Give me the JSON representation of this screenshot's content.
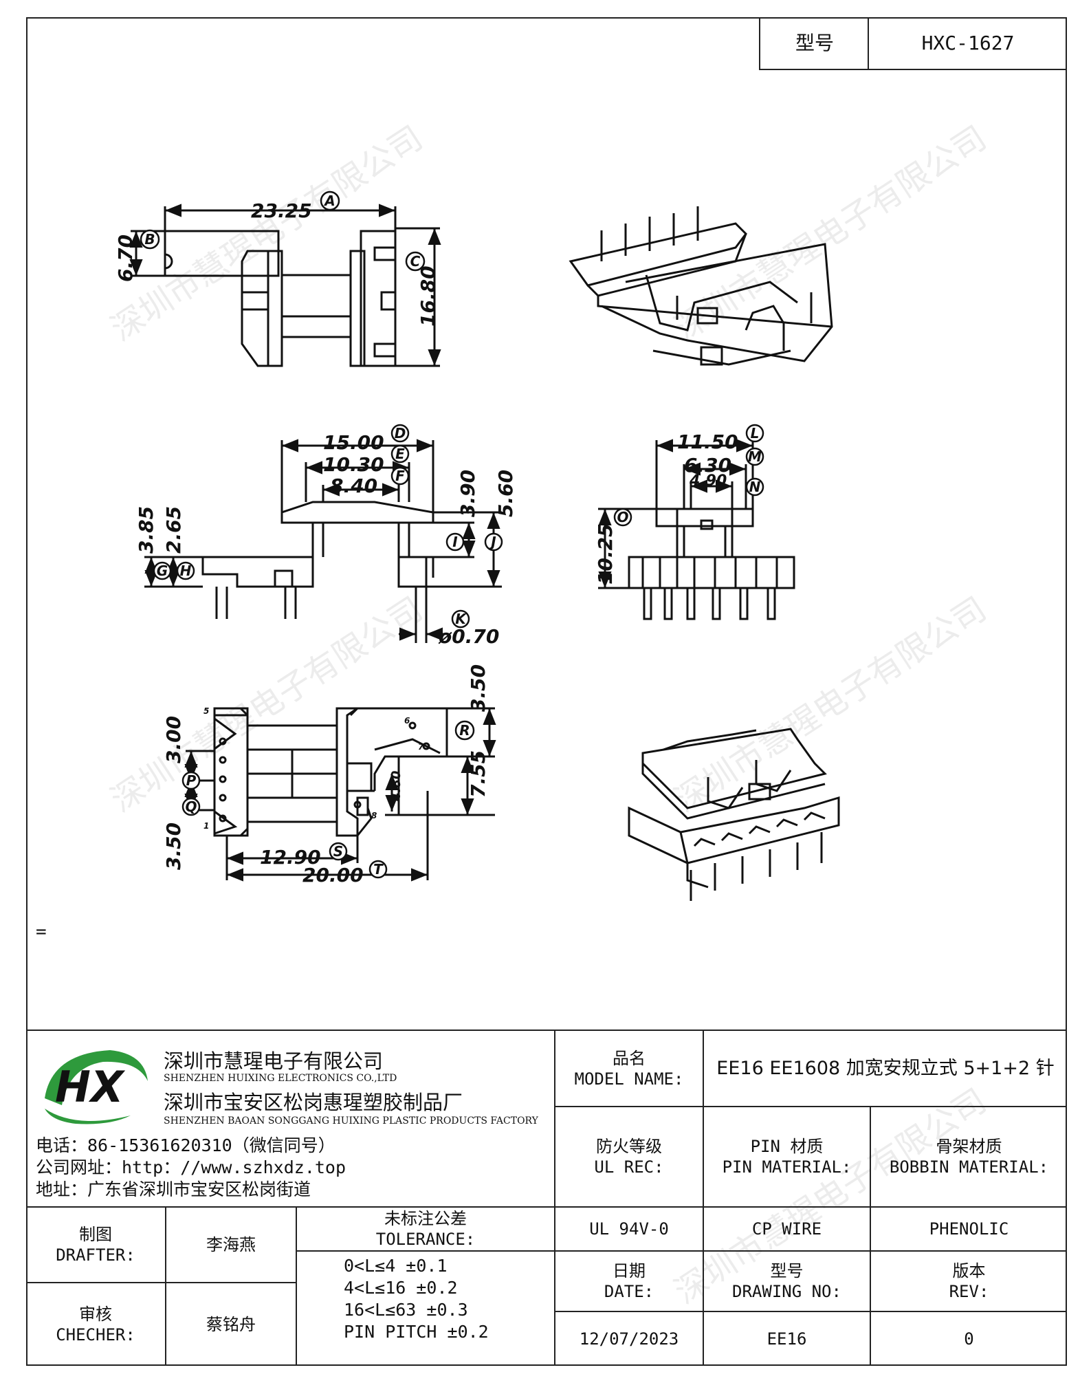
{
  "header": {
    "model_label": "型号",
    "model_value": "HXC-1627"
  },
  "dimensions": {
    "A": "23.25",
    "B": "6.70",
    "C": "16.80",
    "D": "15.00",
    "E": "10.30",
    "F": "8.40",
    "G": "3.85",
    "H": "2.65",
    "I": "3.90",
    "J": "5.60",
    "K": "ø0.70",
    "L": "11.50",
    "M": "6.30",
    "N": "4.90",
    "O": "10.25",
    "P": "3.00",
    "Q": "3.50",
    "R": "3.50",
    "R2": "7.55",
    "inner": "4.80",
    "S": "12.90",
    "T": "20.00"
  },
  "balloon_letters": [
    "A",
    "B",
    "C",
    "D",
    "E",
    "F",
    "G",
    "H",
    "I",
    "J",
    "K",
    "L",
    "M",
    "N",
    "O",
    "P",
    "Q",
    "R",
    "S",
    "T"
  ],
  "pin_numbers": [
    "5",
    "1",
    "6",
    "7",
    "8"
  ],
  "stray_mark": "=",
  "watermark": "深圳市慧瑆电子有限公司",
  "company": {
    "name_cn": "深圳市慧瑆电子有限公司",
    "name_en": "SHENZHEN HUIXING ELECTRONICS CO.,LTD",
    "factory_cn": "深圳市宝安区松岗惠瑆塑胶制品厂",
    "factory_en": "SHENZHEN BAOAN SONGGANG HUIXING PLASTIC PRODUCTS FACTORY",
    "phone": "电话：86-15361620310（微信同号）",
    "website": "公司网址：http：//www.szhxdz.top",
    "address": "地址：广东省深圳市宝安区松岗街道",
    "logo_text": "HX",
    "colors": {
      "green": "#2e9a3c",
      "yellow": "#e0b21a"
    }
  },
  "title_block": {
    "model_name_cn": "品名",
    "model_name_en": "MODEL NAME:",
    "model_name_value": "EE16 EE1608 加宽安规立式 5+1+2 针",
    "ul_cn": "防火等级",
    "ul_en": "UL REC:",
    "pin_cn": "PIN 材质",
    "pin_en": "PIN MATERIAL:",
    "bobbin_cn": "骨架材质",
    "bobbin_en": "BOBBIN MATERIAL:",
    "ul_value": "UL 94V-0",
    "pin_value": "CP WIRE",
    "bobbin_value": "PHENOLIC",
    "drafter_cn": "制图",
    "drafter_en": "DRAFTER:",
    "drafter_value": "李海燕",
    "checker_cn": "审核",
    "checker_en": "CHECHER:",
    "checker_value": "蔡铭舟",
    "tolerance_cn": "未标注公差",
    "tolerance_en": "TOLERANCE:",
    "tolerance_lines": [
      "0<L≤4  ±0.1",
      "4<L≤16 ±0.2",
      "16<L≤63 ±0.3",
      "PIN PITCH ±0.2"
    ],
    "date_cn": "日期",
    "date_en": "DATE:",
    "date_value": "12/07/2023",
    "drawing_cn": "型号",
    "drawing_en": "DRAWING NO:",
    "drawing_value": "EE16",
    "rev_cn": "版本",
    "rev_en": "REV:",
    "rev_value": "0"
  }
}
